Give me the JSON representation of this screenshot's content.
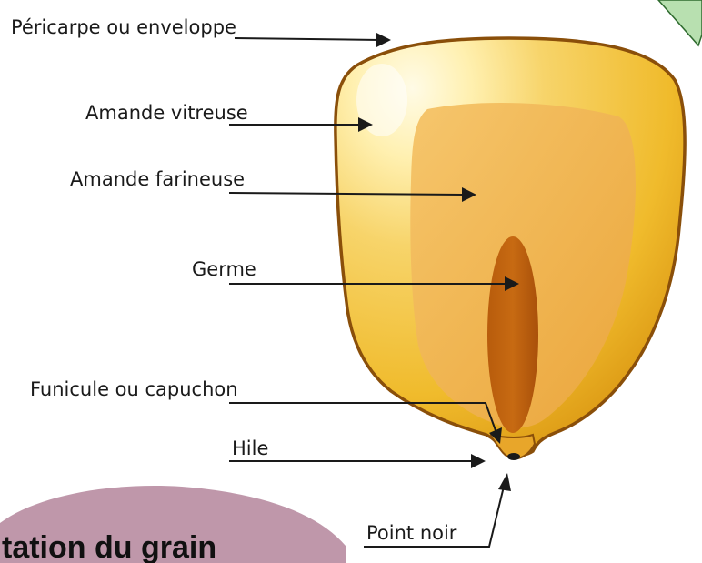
{
  "labels": {
    "pericarpe": "Péricarpe ou enveloppe",
    "amande_vitreuse": "Amande vitreuse",
    "amande_farineuse": "Amande farineuse",
    "germe": "Germe",
    "funicule": "Funicule ou capuchon",
    "hile": "Hile",
    "point_noir": "Point noir"
  },
  "blob": {
    "text": "tation du grain"
  },
  "colors": {
    "outline": "#8a4f0a",
    "kernel_light": "#fff6c8",
    "kernel_mid": "#f3c33c",
    "kernel_edge": "#d7920f",
    "endosperm": "#f0b54e",
    "germ": "#c0620f",
    "germ_dark": "#9a4707",
    "blob": "#bf97aa",
    "leaf": "#b8e0b0"
  }
}
